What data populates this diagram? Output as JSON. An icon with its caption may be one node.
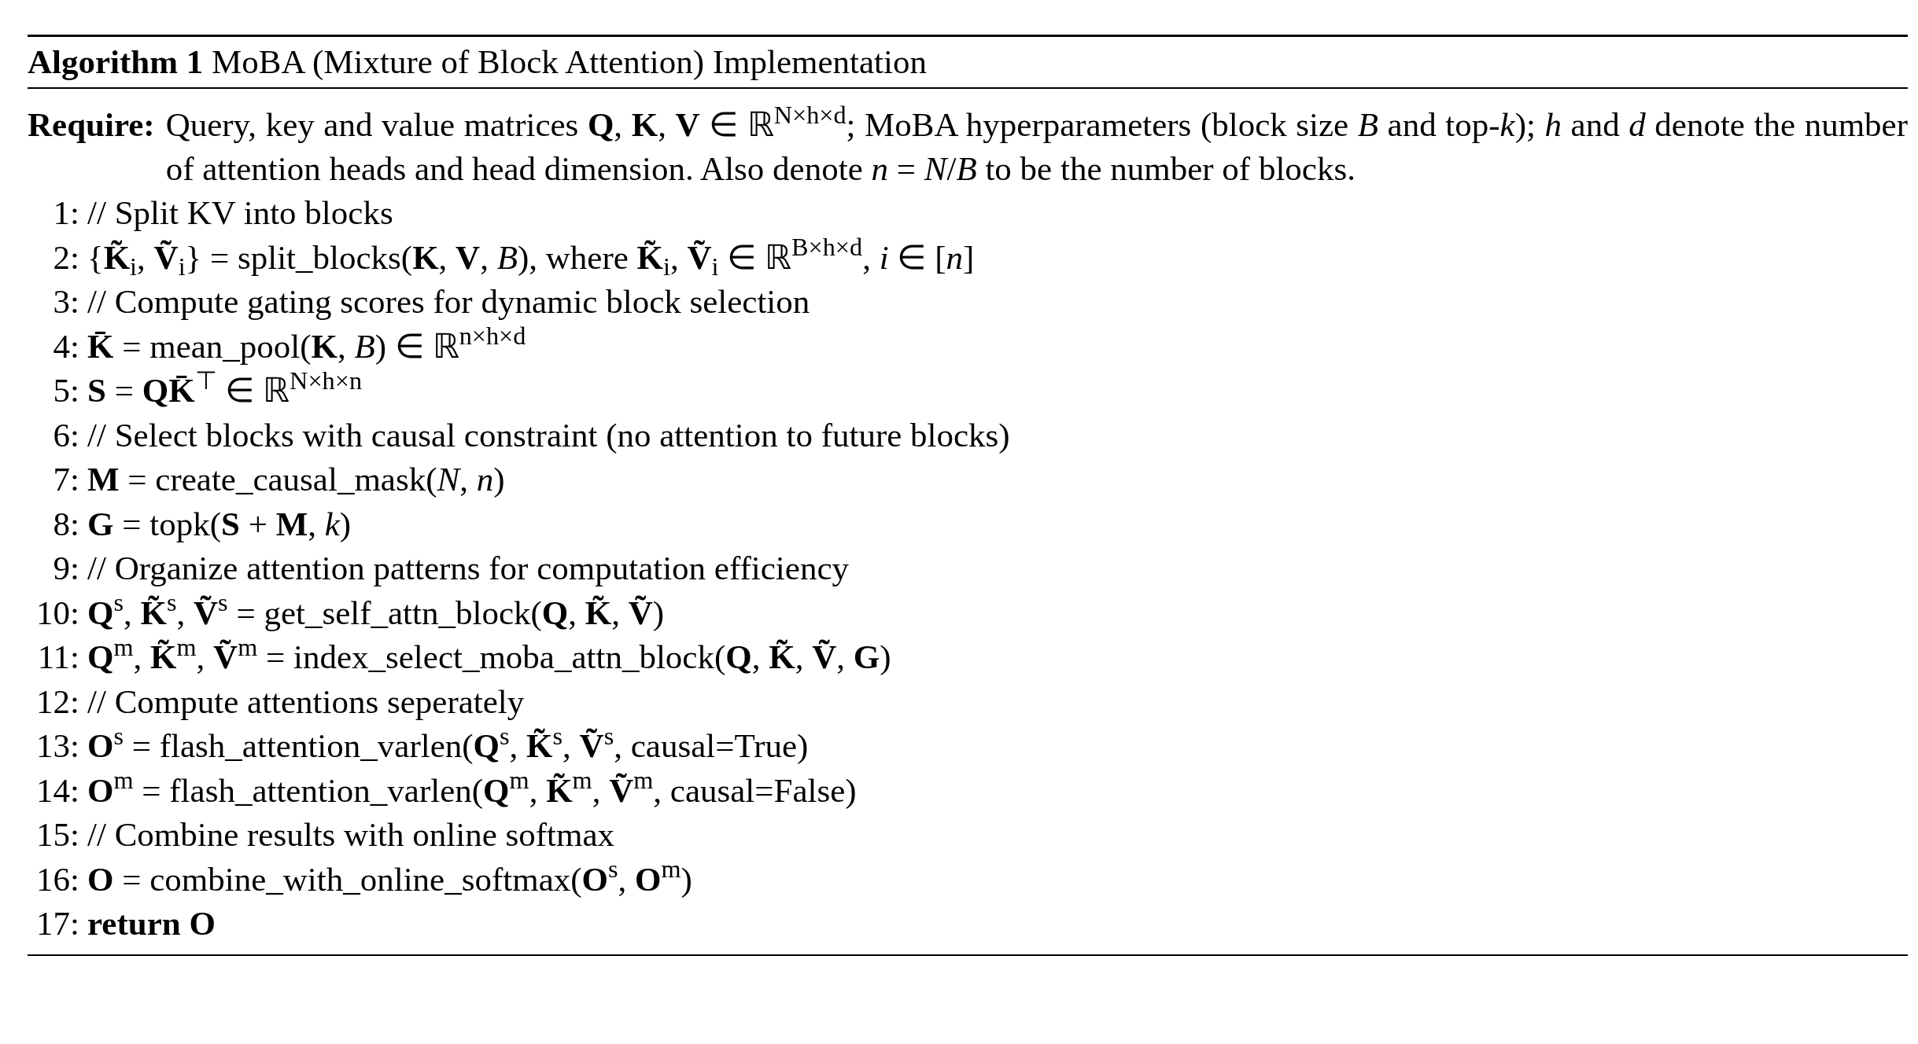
{
  "diagram": {
    "title": "**Algorithm 1** MoBA (Mixture of Block Attention) Implementation",
    "labels": [
      "Require:",
      "Query, key and value matrices **Q**, **K**, **V** ∈ ℝ$^{N×h×d}$; MoBA hyperparameters (block size *B* and top-*k*); *h* and *d* denote the number of attention heads and head dimension. Also denote *n* = *N*/*B* to be the number of blocks.",
      "1:",
      "// Split KV into blocks",
      "2:",
      "{**K̃**$_{i}$, **Ṽ**$_{i}$} = split_blocks(**K**, **V**, *B*), where **K̃**$_{i}$, **Ṽ**$_{i}$ ∈ ℝ$^{B×h×d}$, *i* ∈ [*n*]",
      "3:",
      "// Compute gating scores for dynamic block selection",
      "4:",
      "**K̄** = mean_pool(**K**, *B*) ∈ ℝ$^{n×h×d}$",
      "5:",
      "**S** = **QK̄**$^{⊤}$ ∈ ℝ$^{N×h×n}$",
      "6:",
      "// Select blocks with causal constraint (no attention to future blocks)",
      "7:",
      "**M** = create_causal_mask(*N*, *n*)",
      "8:",
      "**G** = topk(**S** + **M**, *k*)",
      "9:",
      "// Organize attention patterns for computation efficiency",
      "10:",
      "**Q**$^{s}$, **K̃**$^{s}$, **Ṽ**$^{s}$ = get_self_attn_block(**Q**, **K̃**, **Ṽ**)",
      "11:",
      "**Q**$^{m}$, **K̃**$^{m}$, **Ṽ**$^{m}$ = index_select_moba_attn_block(**Q**, **K̃**, **Ṽ**, **G**)",
      "12:",
      "// Compute attentions seperately",
      "13:",
      "**O**$^{s}$ = flash_attention_varlen(**Q**$^{s}$, **K̃**$^{s}$, **Ṽ**$^{s}$, causal=True)",
      "14:",
      "**O**$^{m}$ = flash_attention_varlen(**Q**$^{m}$, **K̃**$^{m}$, **Ṽ**$^{m}$, causal=False)",
      "15:",
      "// Combine results with online softmax",
      "16:",
      "**O** = combine_with_online_softmax(**O**$^{s}$, **O**$^{m}$)",
      "17:",
      "**return** **O**"
    ]
  }
}
